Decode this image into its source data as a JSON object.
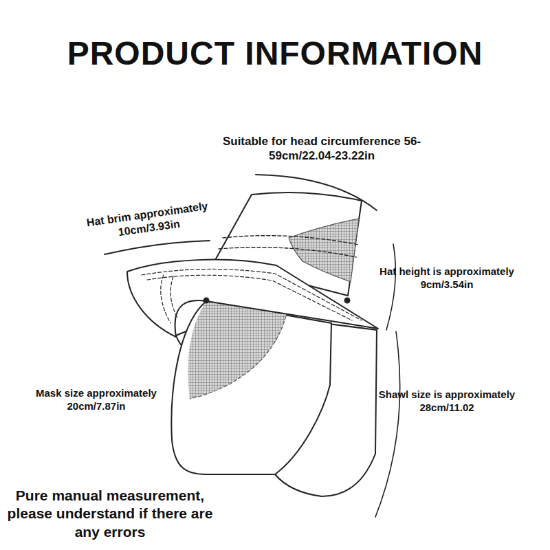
{
  "diagram": {
    "title": "PRODUCT INFORMATION",
    "labels": [
      "Suitable for head circumference 56-59cm/22.04-23.22in",
      "Hat brim approximately 10cm/3.93in",
      "Hat height is approximately 9cm/3.54in",
      "Mask size approximately 20cm/7.87in",
      "Shawl size is approximately 28cm/11.02",
      "Pure manual measurement, please understand if there are any errors"
    ]
  }
}
